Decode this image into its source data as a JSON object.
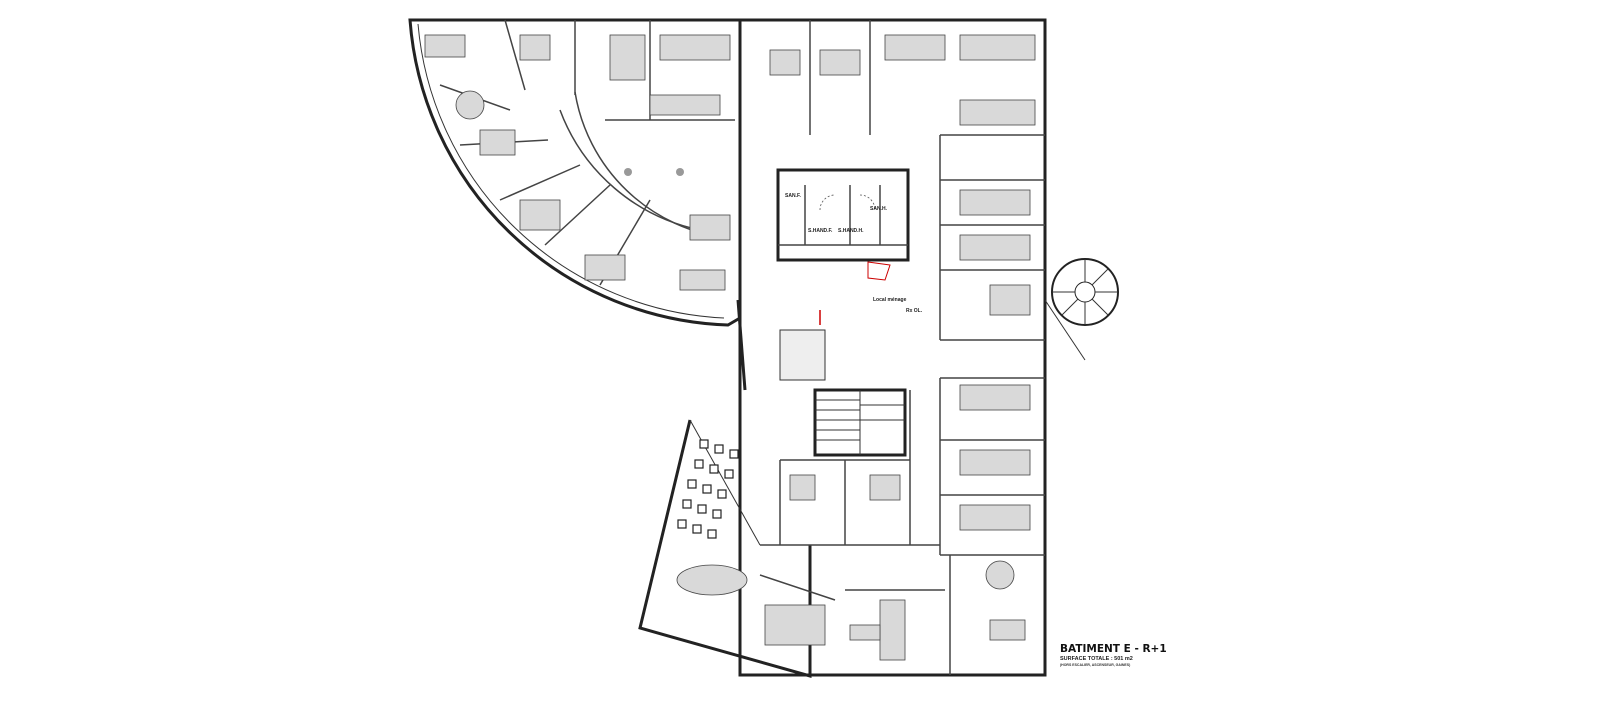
{
  "plan": {
    "title": "BATIMENT E - R+1",
    "surface": "SURFACE TOTALE : 501 m2",
    "surface_note": "(HORS ESCALIER, ASCENSEUR, GAINES)",
    "rooms": {
      "san_f": "SAN.F.",
      "san_h": "SAN.H.",
      "s_hand_f": "S.HAND.F.",
      "s_hand_h": "S.HAND.H.",
      "local_menage": "Local ménage",
      "rx_ol": "Rx OL."
    },
    "colors": {
      "walls": "#222222",
      "furniture": "#d9d9d9",
      "accent": "#cc0000"
    }
  }
}
